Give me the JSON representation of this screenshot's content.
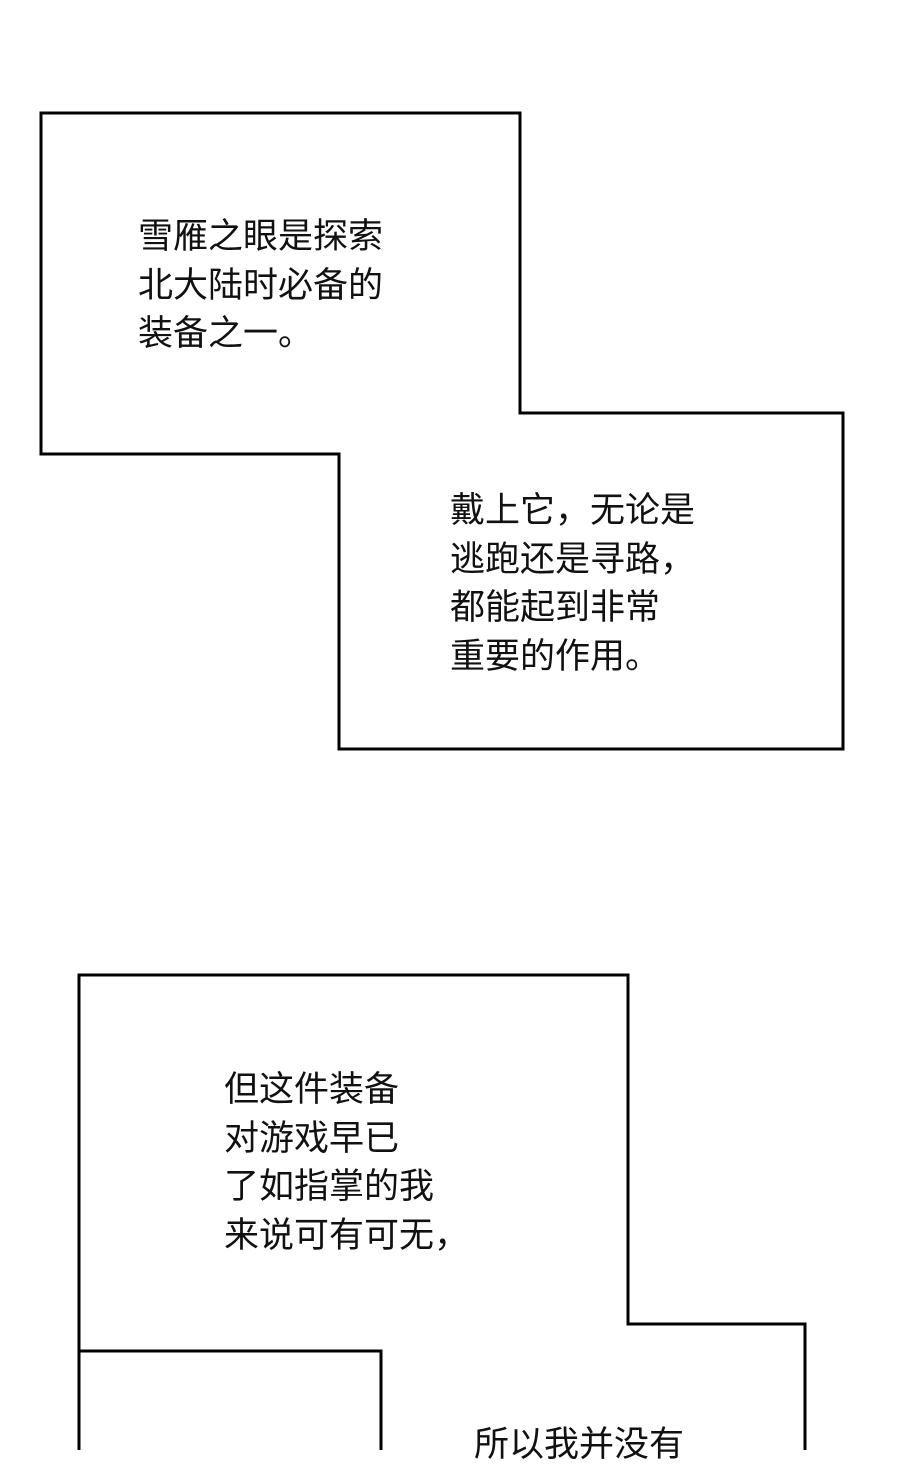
{
  "panels": [
    {
      "lines": [
        "雪雁之眼是探索",
        "北大陆时必备的",
        "装备之一。"
      ]
    },
    {
      "lines": [
        "戴上它，无论是",
        "逃跑还是寻路，",
        "都能起到非常",
        "重要的作用。"
      ]
    },
    {
      "lines": [
        "但这件装备",
        "对游戏早已",
        "了如指掌的我",
        "来说可有可无，"
      ]
    },
    {
      "lines": [
        "所以我并没有"
      ]
    }
  ],
  "colors": {
    "border": "#000000",
    "background": "#ffffff",
    "text": "#111111"
  }
}
